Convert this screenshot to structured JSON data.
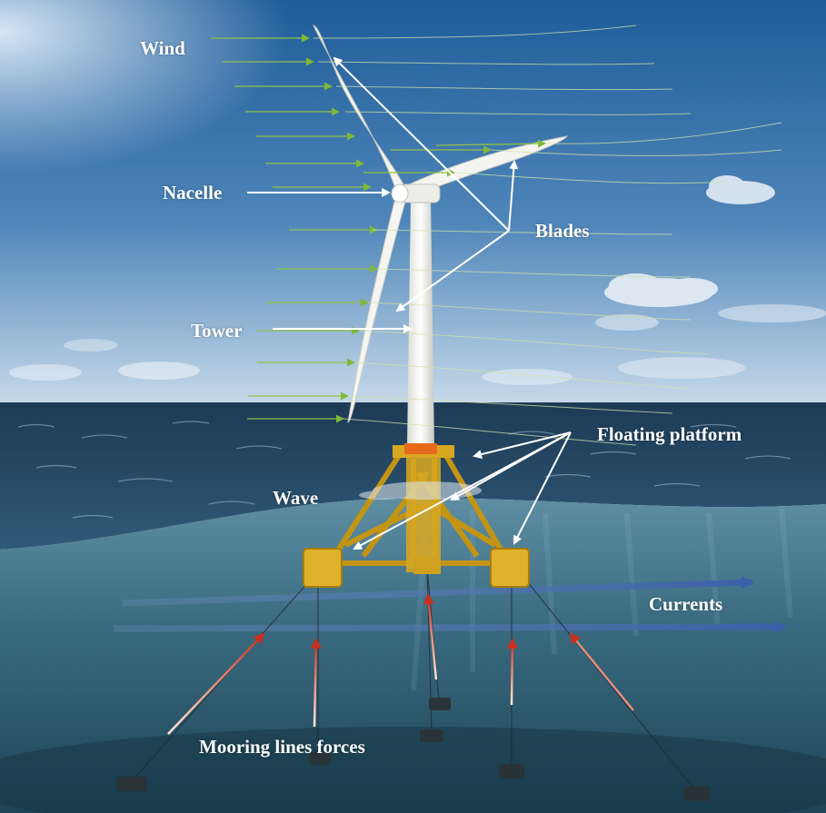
{
  "labels": {
    "wind": "Wind",
    "nacelle": "Nacelle",
    "blades": "Blades",
    "tower": "Tower",
    "floating_platform": "Floating platform",
    "wave": "Wave",
    "currents": "Currents",
    "mooring_lines_forces": "Mooring lines forces"
  },
  "colors": {
    "sky_top": "#2a6aa6",
    "sky_horizon": "#c9dced",
    "sea_surface": "#2b4f6e",
    "underwater": "#35627a",
    "platform": "#d9a821",
    "tower": "#f2f2ee",
    "wind_arrow": "#8fc24a",
    "current_arrow": "#4a6fb0",
    "mooring_force": "#d9422a",
    "label": "#ffffff"
  }
}
